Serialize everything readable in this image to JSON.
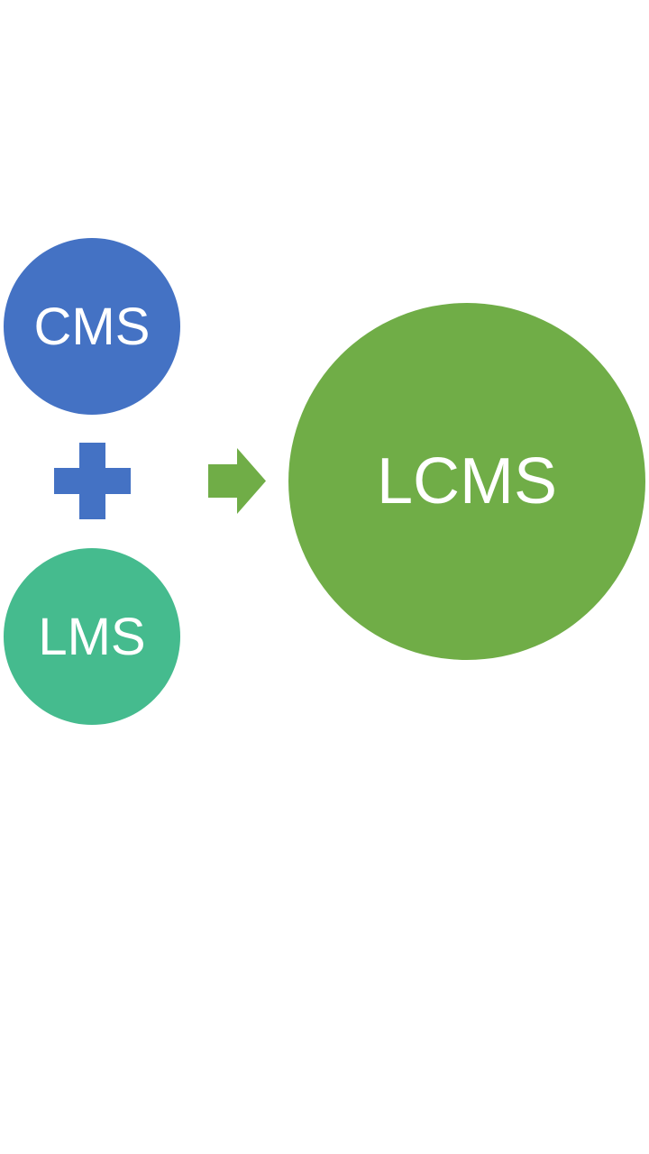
{
  "diagram": {
    "cms": {
      "label": "CMS",
      "color": "#4472C4"
    },
    "lms": {
      "label": "LMS",
      "color": "#45BB8E"
    },
    "lcms": {
      "label": "LCMS",
      "color": "#70AD47"
    },
    "plus": {
      "icon": "plus-icon",
      "color": "#4472C4"
    },
    "arrow": {
      "icon": "arrow-right-icon",
      "color": "#70AD47"
    }
  }
}
